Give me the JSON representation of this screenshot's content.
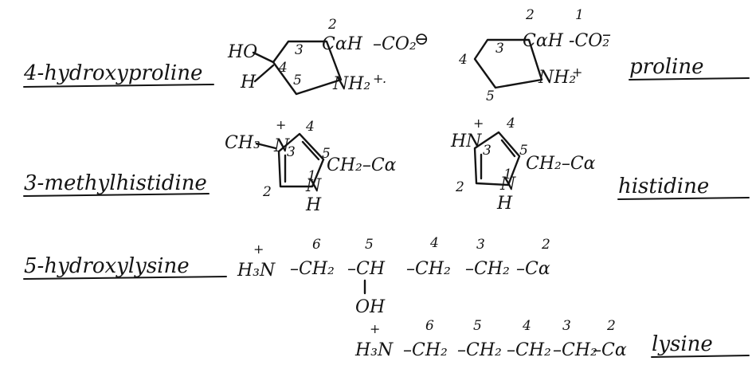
{
  "colors": {
    "ink": "#141414",
    "background": "#ffffff"
  },
  "rows": [
    {
      "id": "proline",
      "left_label": "4-hydroxyproline",
      "right_label": "proline",
      "left_structure": {
        "atoms": [
          "HO",
          "H",
          "CαH",
          "–CO₂",
          "⊖",
          "NH₂",
          "+",
          "."
        ],
        "positions": [
          "2",
          "3",
          "4",
          "5"
        ]
      },
      "right_structure": {
        "atoms": [
          "CαH",
          "-CO₂",
          "–",
          "NH₂",
          "+"
        ],
        "positions": [
          "1",
          "2",
          "3",
          "4",
          "5"
        ]
      }
    },
    {
      "id": "histidine",
      "left_label": "3-methylhistidine",
      "right_label": "histidine",
      "left_structure": {
        "atoms": [
          "CH₃",
          "N",
          "+",
          "N",
          "H",
          "CH₂–Cα"
        ],
        "positions": [
          "1",
          "2",
          "3",
          "4",
          "5"
        ]
      },
      "right_structure": {
        "atoms": [
          "HN",
          "+",
          "N",
          "H",
          "CH₂–Cα"
        ],
        "positions": [
          "1",
          "2",
          "3",
          "4",
          "5"
        ]
      }
    },
    {
      "id": "hydroxylysine",
      "left_label": "5-hydroxylysine",
      "chain": {
        "start": "H₃N",
        "charge": "+",
        "groups": [
          "–CH₂",
          "–CH",
          "–CH₂",
          "–CH₂",
          "–Cα"
        ],
        "numbers": [
          "6",
          "5",
          "4",
          "3",
          "2"
        ],
        "substituent": "OH"
      }
    },
    {
      "id": "lysine",
      "right_label": "lysine",
      "chain": {
        "start": "H₃N",
        "charge": "+",
        "groups": [
          "–CH₂",
          "–CH₂",
          "–CH₂",
          "–CH₂",
          "–Cα"
        ],
        "numbers": [
          "6",
          "5",
          "4",
          "3",
          "2"
        ]
      }
    }
  ]
}
